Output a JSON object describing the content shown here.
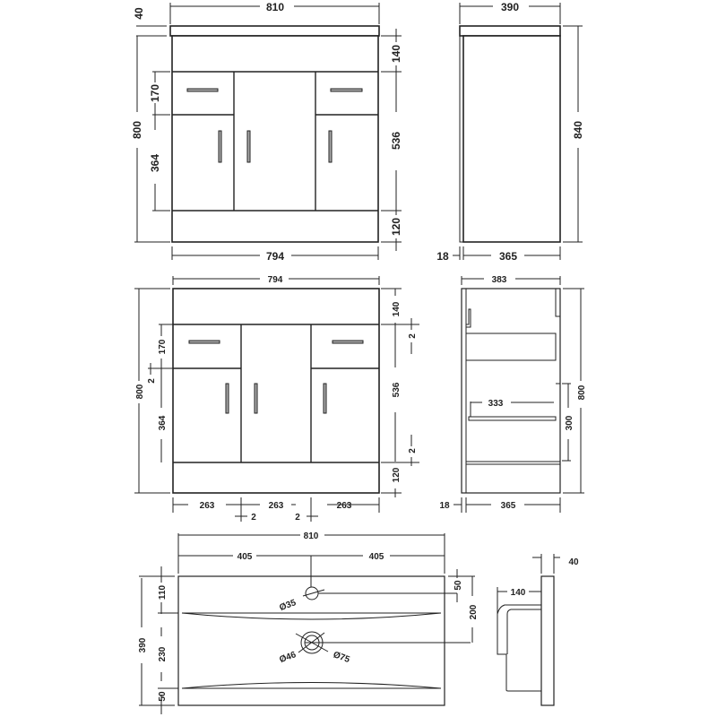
{
  "front_view": {
    "worktop_width": "810",
    "worktop_height": "40",
    "overall_height": "800",
    "drawer_height": "170",
    "door_height": "364",
    "top_rail": "140",
    "door_zone": "536",
    "plinth": "120",
    "body_width": "794"
  },
  "side_view": {
    "width": "390",
    "height": "840",
    "panel": "18",
    "depth": "365"
  },
  "carcass_front": {
    "width": "794",
    "height": "800",
    "drawer_height": "170",
    "gap_left": "2",
    "door_height": "364",
    "top_rail": "140",
    "gap_top": "2",
    "door_zone": "536",
    "gap_bottom": "2",
    "plinth": "120",
    "col1": "263",
    "col2": "263",
    "col3": "263",
    "gap1": "2",
    "gap2": "2"
  },
  "carcass_side": {
    "width": "383",
    "height": "800",
    "shelf_depth": "333",
    "shelf_height": "300",
    "panel": "18",
    "depth": "365"
  },
  "basin_top": {
    "width": "810",
    "half_left": "405",
    "half_right": "405",
    "depth": "390",
    "back": "110",
    "bowl": "230",
    "front": "50",
    "tap_offset": "50",
    "waste_offset": "200",
    "tap_hole": "Ø35",
    "waste_inner": "Ø46",
    "waste_outer": "Ø75"
  },
  "basin_side": {
    "thickness": "40",
    "bowl_depth": "140"
  }
}
